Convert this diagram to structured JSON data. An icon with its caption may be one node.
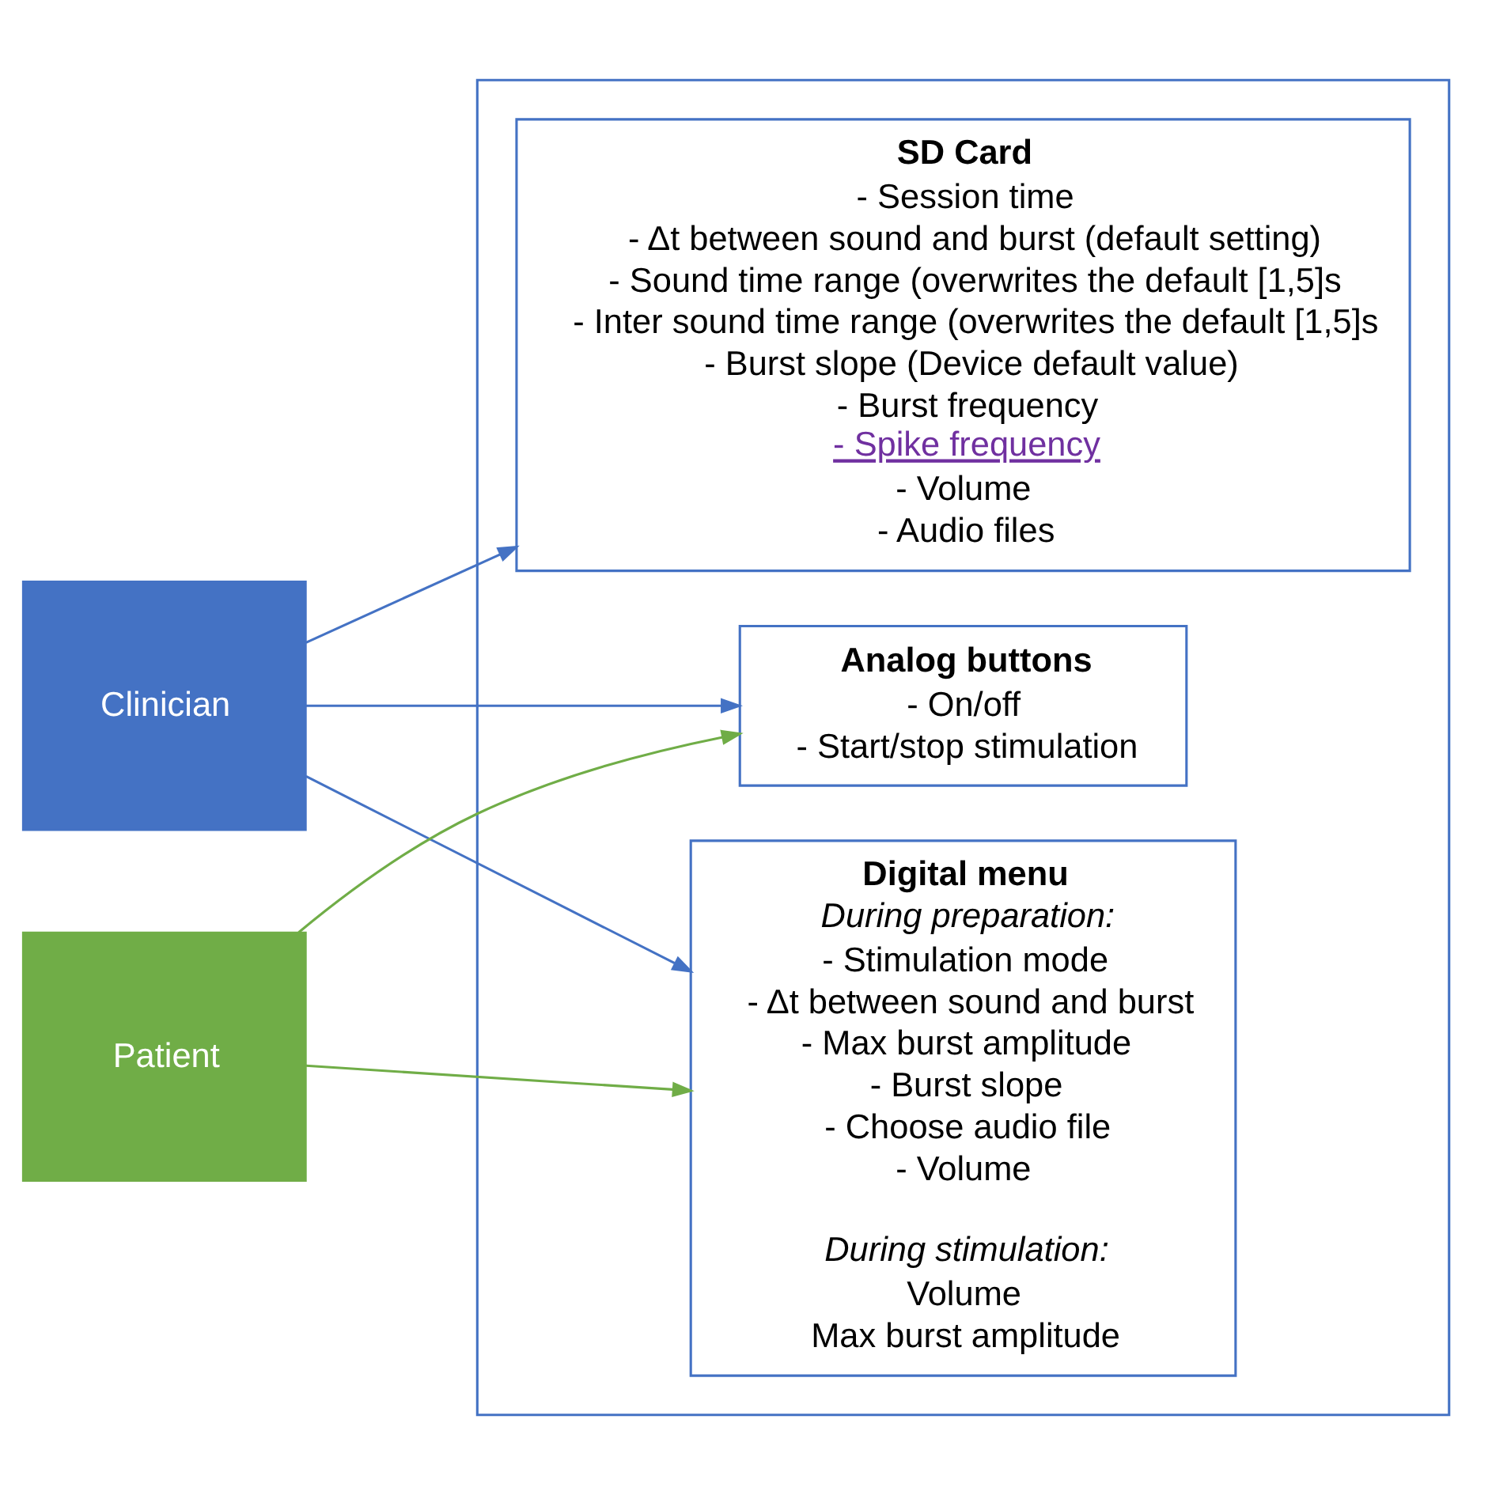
{
  "diagram": {
    "nodes": [
      {
        "text": [],
        "shape": "box"
      },
      {
        "text": [
          "Analog buttons",
          "- On/off",
          "- Start/stop stimulation"
        ],
        "in": 0
      },
      {
        "text": [
          "Digital menu",
          "During preparation:",
          "- Stimulation mode",
          "- Δt between sound and burst",
          "- Max burst amplitude",
          "- Burst slope",
          "- Choose audio file",
          "- Volume",
          "During stimulation:",
          "Volume",
          "Max burst amplitude"
        ],
        "in": 0
      },
      {
        "text": [
          "SD Card",
          "- Session time",
          "- Δt between sound and burst (default setting)",
          "- Sound time range (overwrites the default [1,5]s",
          "- Inter sound time range (overwrites the default [1,5]s",
          "- Burst slope (Device default value)",
          "- Burst frequency",
          "- Spike frequency",
          "- Volume",
          "- Audio files"
        ],
        "in": 0
      },
      {
        "text": [
          "Clinician"
        ]
      },
      {
        "text": [
          "Patient"
        ]
      }
    ],
    "edges": [
      {
        "from": 5,
        "to": 1,
        "arrow": "to",
        "color": "#70ad47"
      },
      {
        "from": 4,
        "to": 1,
        "arrow": "to"
      },
      {
        "from": 4,
        "to": 2,
        "arrow": "to"
      },
      {
        "from": 5,
        "to": 2,
        "arrow": "to",
        "color": "#70ad47"
      },
      {
        "from": 4,
        "to": 3,
        "arrow": "to"
      }
    ]
  }
}
